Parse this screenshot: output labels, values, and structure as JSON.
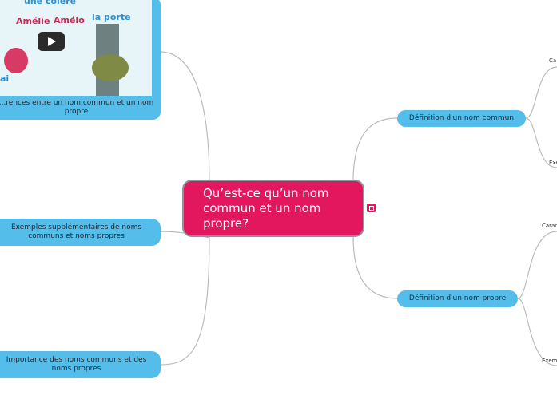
{
  "central": {
    "title": "Qu’est-ce qu’un nom commun et un nom propre?"
  },
  "left_topics": [
    {
      "label": "...rences entre un nom commun et un nom propre"
    },
    {
      "label": "Exemples supplémentaires de noms communs et noms propres"
    },
    {
      "label": "Importance des noms communs et des noms propres"
    }
  ],
  "right_topics": [
    {
      "label": "Définition d'un nom commun",
      "children": [
        "Ca",
        "Exe"
      ]
    },
    {
      "label": "Définition d'un nom propre",
      "children": [
        "Carac",
        "Exem"
      ]
    }
  ],
  "video": {
    "caption_top": "une colère",
    "word_left": "Amélie",
    "word_mid": "Amélo",
    "word_right": "la porte",
    "word_bottom": "ai"
  },
  "colors": {
    "central": "#e2175e",
    "topic": "#55bde9",
    "line": "#b8bcc0"
  },
  "icons": {
    "link": "link-icon",
    "play": "play-icon"
  }
}
